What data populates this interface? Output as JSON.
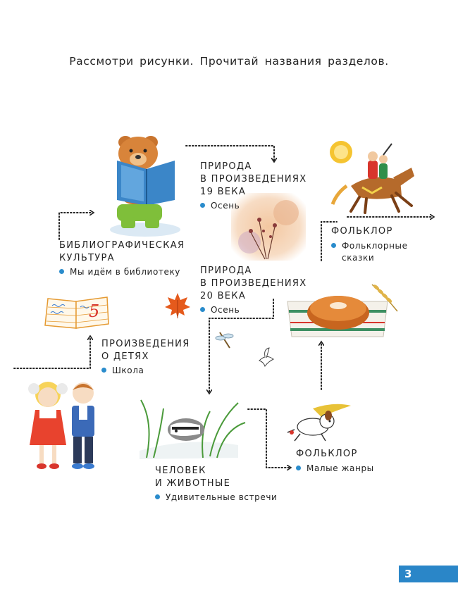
{
  "instruction": "Рассмотри рисунки. Прочитай названия разделов.",
  "sections": {
    "nature19": {
      "heading": [
        "ПРИРОДА",
        "В ПРОИЗВЕДЕНИЯХ",
        "19 ВЕКА"
      ],
      "item": "Осень"
    },
    "folklore1": {
      "heading": [
        "ФОЛЬКЛОР"
      ],
      "item": [
        "Фольклорные",
        "сказки"
      ]
    },
    "bibliography": {
      "heading": [
        "БИБЛИОГРАФИЧЕСКАЯ",
        "КУЛЬТУРА"
      ],
      "item": "Мы идём в библиотеку"
    },
    "nature20": {
      "heading": [
        "ПРИРОДА",
        "В ПРОИЗВЕДЕНИЯХ",
        "20 ВЕКА"
      ],
      "item": "Осень"
    },
    "children": {
      "heading": [
        "ПРОИЗВЕДЕНИЯ",
        "О ДЕТЯХ"
      ],
      "item": "Школа"
    },
    "animals": {
      "heading": [
        "ЧЕЛОВЕК",
        "И ЖИВОТНЫЕ"
      ],
      "item": "Удивительные встречи"
    },
    "folklore2": {
      "heading": [
        "ФОЛЬКЛОР"
      ],
      "item": "Малые жанры"
    }
  },
  "notebook_mark": "5",
  "page_number": "3",
  "colors": {
    "bullet": "#2a8ccc",
    "page_tab": "#2a86c8"
  }
}
